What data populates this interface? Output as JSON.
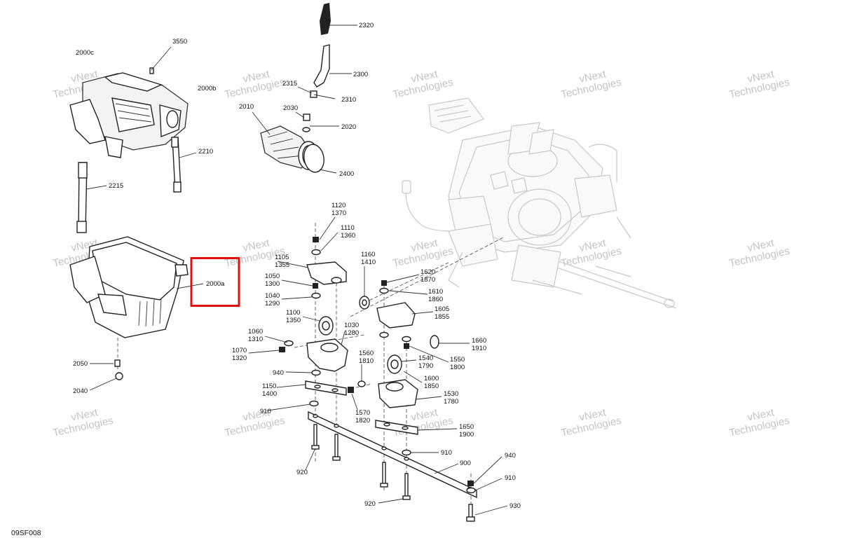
{
  "diagram_code": "09SF008",
  "watermark": {
    "line1": "vNext",
    "line2": "Technologies",
    "small": "vNext Technologies"
  },
  "highlight": {
    "label": "2000a"
  },
  "labels": {
    "l3550": "3550",
    "l2000c": "2000c",
    "l2000b": "2000b",
    "l2210": "2210",
    "l2215": "2215",
    "l2000a": "2000a",
    "l2050": "2050",
    "l2040": "2040",
    "l2320": "2320",
    "l2300": "2300",
    "l2315": "2315",
    "l2310": "2310",
    "l2030": "2030",
    "l2010": "2010",
    "l2020": "2020",
    "l2400": "2400",
    "l1120": "1120",
    "l1370": "1370",
    "l1110": "1110",
    "l1360": "1360",
    "l1105": "1105",
    "l1355": "1355",
    "l1160": "1160",
    "l1410": "1410",
    "l1050": "1050",
    "l1300": "1300",
    "l1040": "1040",
    "l1290": "1290",
    "l1620": "1620",
    "l1870": "1870",
    "l1610": "1610",
    "l1860": "1860",
    "l1605": "1605",
    "l1855": "1855",
    "l1100": "1100",
    "l1350": "1350",
    "l1030": "1030",
    "l1280": "1280",
    "l1060": "1060",
    "l1310": "1310",
    "l1070": "1070",
    "l1320": "1320",
    "l1560": "1560",
    "l1810": "1810",
    "l1660": "1660",
    "l1910": "1910",
    "l1540": "1540",
    "l1790": "1790",
    "l1550": "1550",
    "l1800": "1800",
    "l940a": "940",
    "l1600": "1600",
    "l1850": "1850",
    "l1150": "1150",
    "l1400": "1400",
    "l1530": "1530",
    "l1780": "1780",
    "l910a": "910",
    "l1570": "1570",
    "l1820": "1820",
    "l1650": "1650",
    "l1900": "1900",
    "l910b": "910",
    "l920a": "920",
    "l900": "900",
    "l940b": "940",
    "l910c": "910",
    "l920b": "920",
    "l930": "930"
  }
}
